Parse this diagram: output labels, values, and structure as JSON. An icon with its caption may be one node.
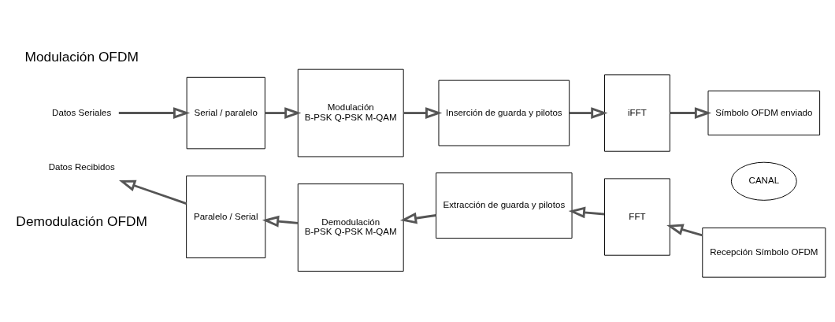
{
  "diagram": {
    "nodes": [
      {
        "text": [
          "Datos Seriales"
        ]
      },
      {
        "text": [
          "Serial / paralelo"
        ]
      },
      {
        "text": [
          "Modulación",
          "B-PSK Q-PSK M-QAM"
        ]
      },
      {
        "text": [
          "Inserción de guarda y pilotos"
        ]
      },
      {
        "text": [
          "iFFT"
        ]
      },
      {
        "text": [
          "Símbolo OFDM enviado"
        ]
      },
      {
        "text": [
          "CANAL"
        ]
      },
      {
        "text": [
          "Recepción Símbolo OFDM"
        ]
      },
      {
        "text": [
          "FFT"
        ]
      },
      {
        "text": [
          "Extracción de guarda y pilotos"
        ]
      },
      {
        "text": [
          "Demodulación",
          "B-PSK Q-PSK M-QAM"
        ]
      },
      {
        "text": [
          "Paralelo / Serial"
        ]
      },
      {
        "text": [
          "Datos Recibidos"
        ]
      }
    ],
    "edges": [
      {
        "from": 0,
        "to": 1,
        "arrow": "to"
      },
      {
        "from": 1,
        "to": 2,
        "arrow": "to"
      },
      {
        "from": 2,
        "to": 3,
        "arrow": "to"
      },
      {
        "from": 3,
        "to": 4,
        "arrow": "to"
      },
      {
        "from": 4,
        "to": 5,
        "arrow": "to"
      },
      {
        "from": 7,
        "to": 8,
        "arrow": "to"
      },
      {
        "from": 8,
        "to": 9,
        "arrow": "to"
      },
      {
        "from": 9,
        "to": 10,
        "arrow": "to"
      },
      {
        "from": 10,
        "to": 11,
        "arrow": "to"
      },
      {
        "from": 11,
        "to": 12,
        "arrow": "to"
      }
    ],
    "labels": [
      "Modulación OFDM",
      "Demodulación OFDM"
    ]
  }
}
